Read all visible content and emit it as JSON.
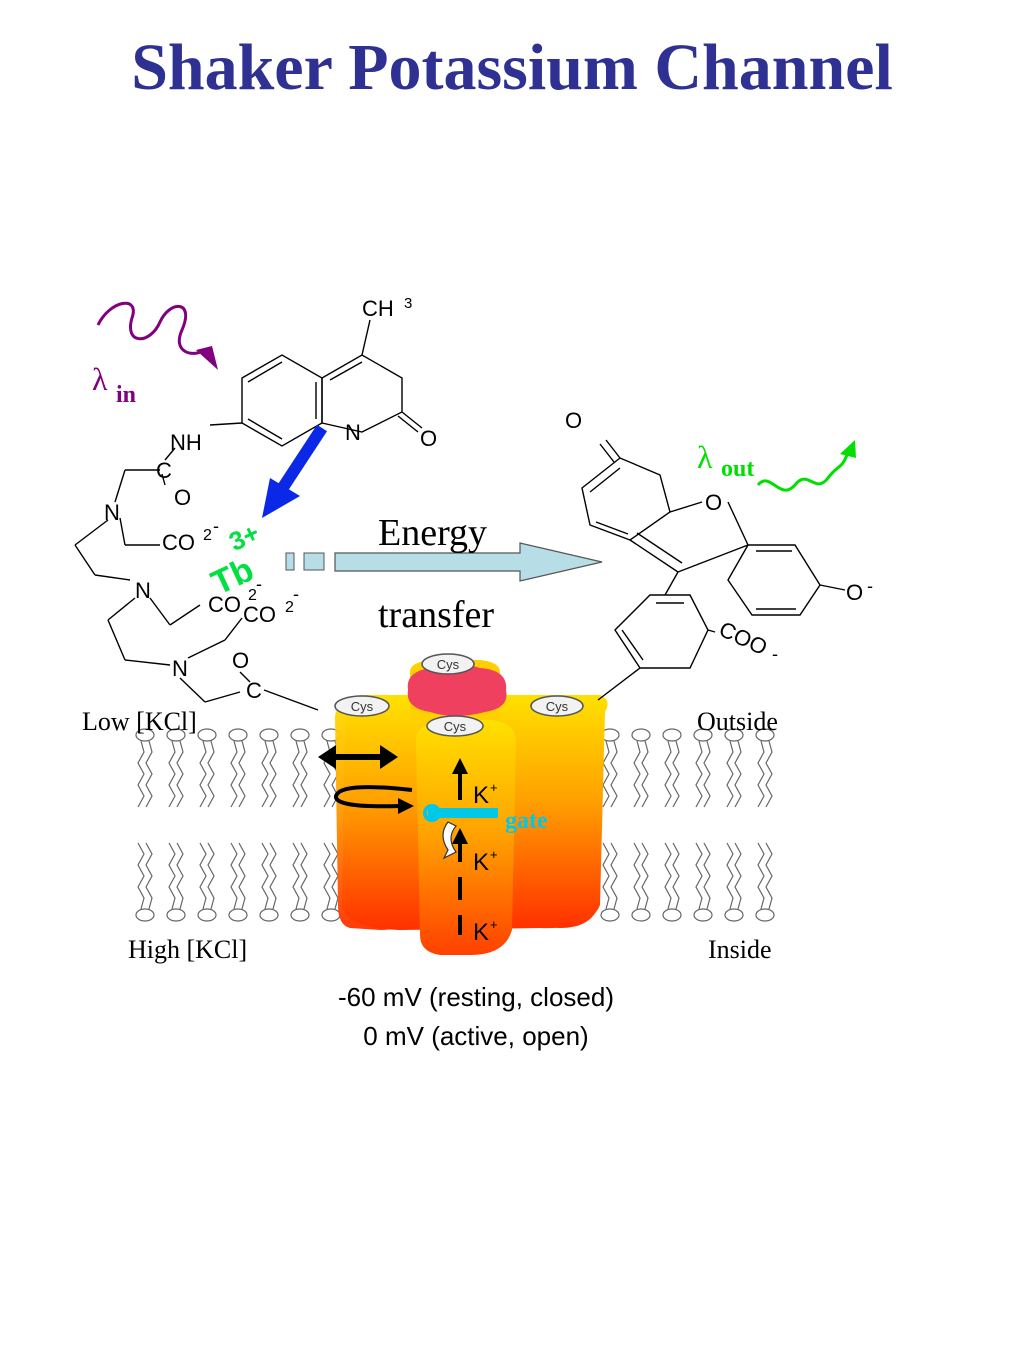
{
  "title": "Shaker Potassium Channel",
  "excitation": {
    "symbol": "λ",
    "subscript": "in",
    "color": "#800080"
  },
  "emission": {
    "symbol": "λ",
    "subscript": "out",
    "color": "#00e000"
  },
  "energy_transfer": {
    "line1": "Energy",
    "line2": "transfer"
  },
  "terbium": {
    "symbol": "Tb",
    "charge": "3+",
    "color": "#00e040"
  },
  "donor_molecule": {
    "methyl": "CH",
    "methyl_sub": "3",
    "ring_n": "N",
    "ring_o": "O",
    "amide_nh": "NH",
    "carbonyl_c": "C",
    "carbonyl_o": "O",
    "amine_n": "N",
    "carboxylate": "CO",
    "carboxylate_sub": "2",
    "charge": "-"
  },
  "acceptor_molecule": {
    "keto_o": "O",
    "ring_o": "O",
    "phenolate": "O",
    "phenolate_charge": "-",
    "carboxylate": "COO",
    "carboxylate_charge": "-"
  },
  "membrane": {
    "top_left": "Low [KCl]",
    "top_right": "Outside",
    "bottom_left": "High [KCl]",
    "bottom_right": "Inside"
  },
  "channel": {
    "cys_label": "Cys",
    "ion": "K",
    "ion_charge": "+",
    "gate_label": "gate",
    "gate_color": "#00c8e6"
  },
  "voltage_states": {
    "line1": "-60 mV (resting, closed)",
    "line2": "0 mV  (active, open)"
  }
}
